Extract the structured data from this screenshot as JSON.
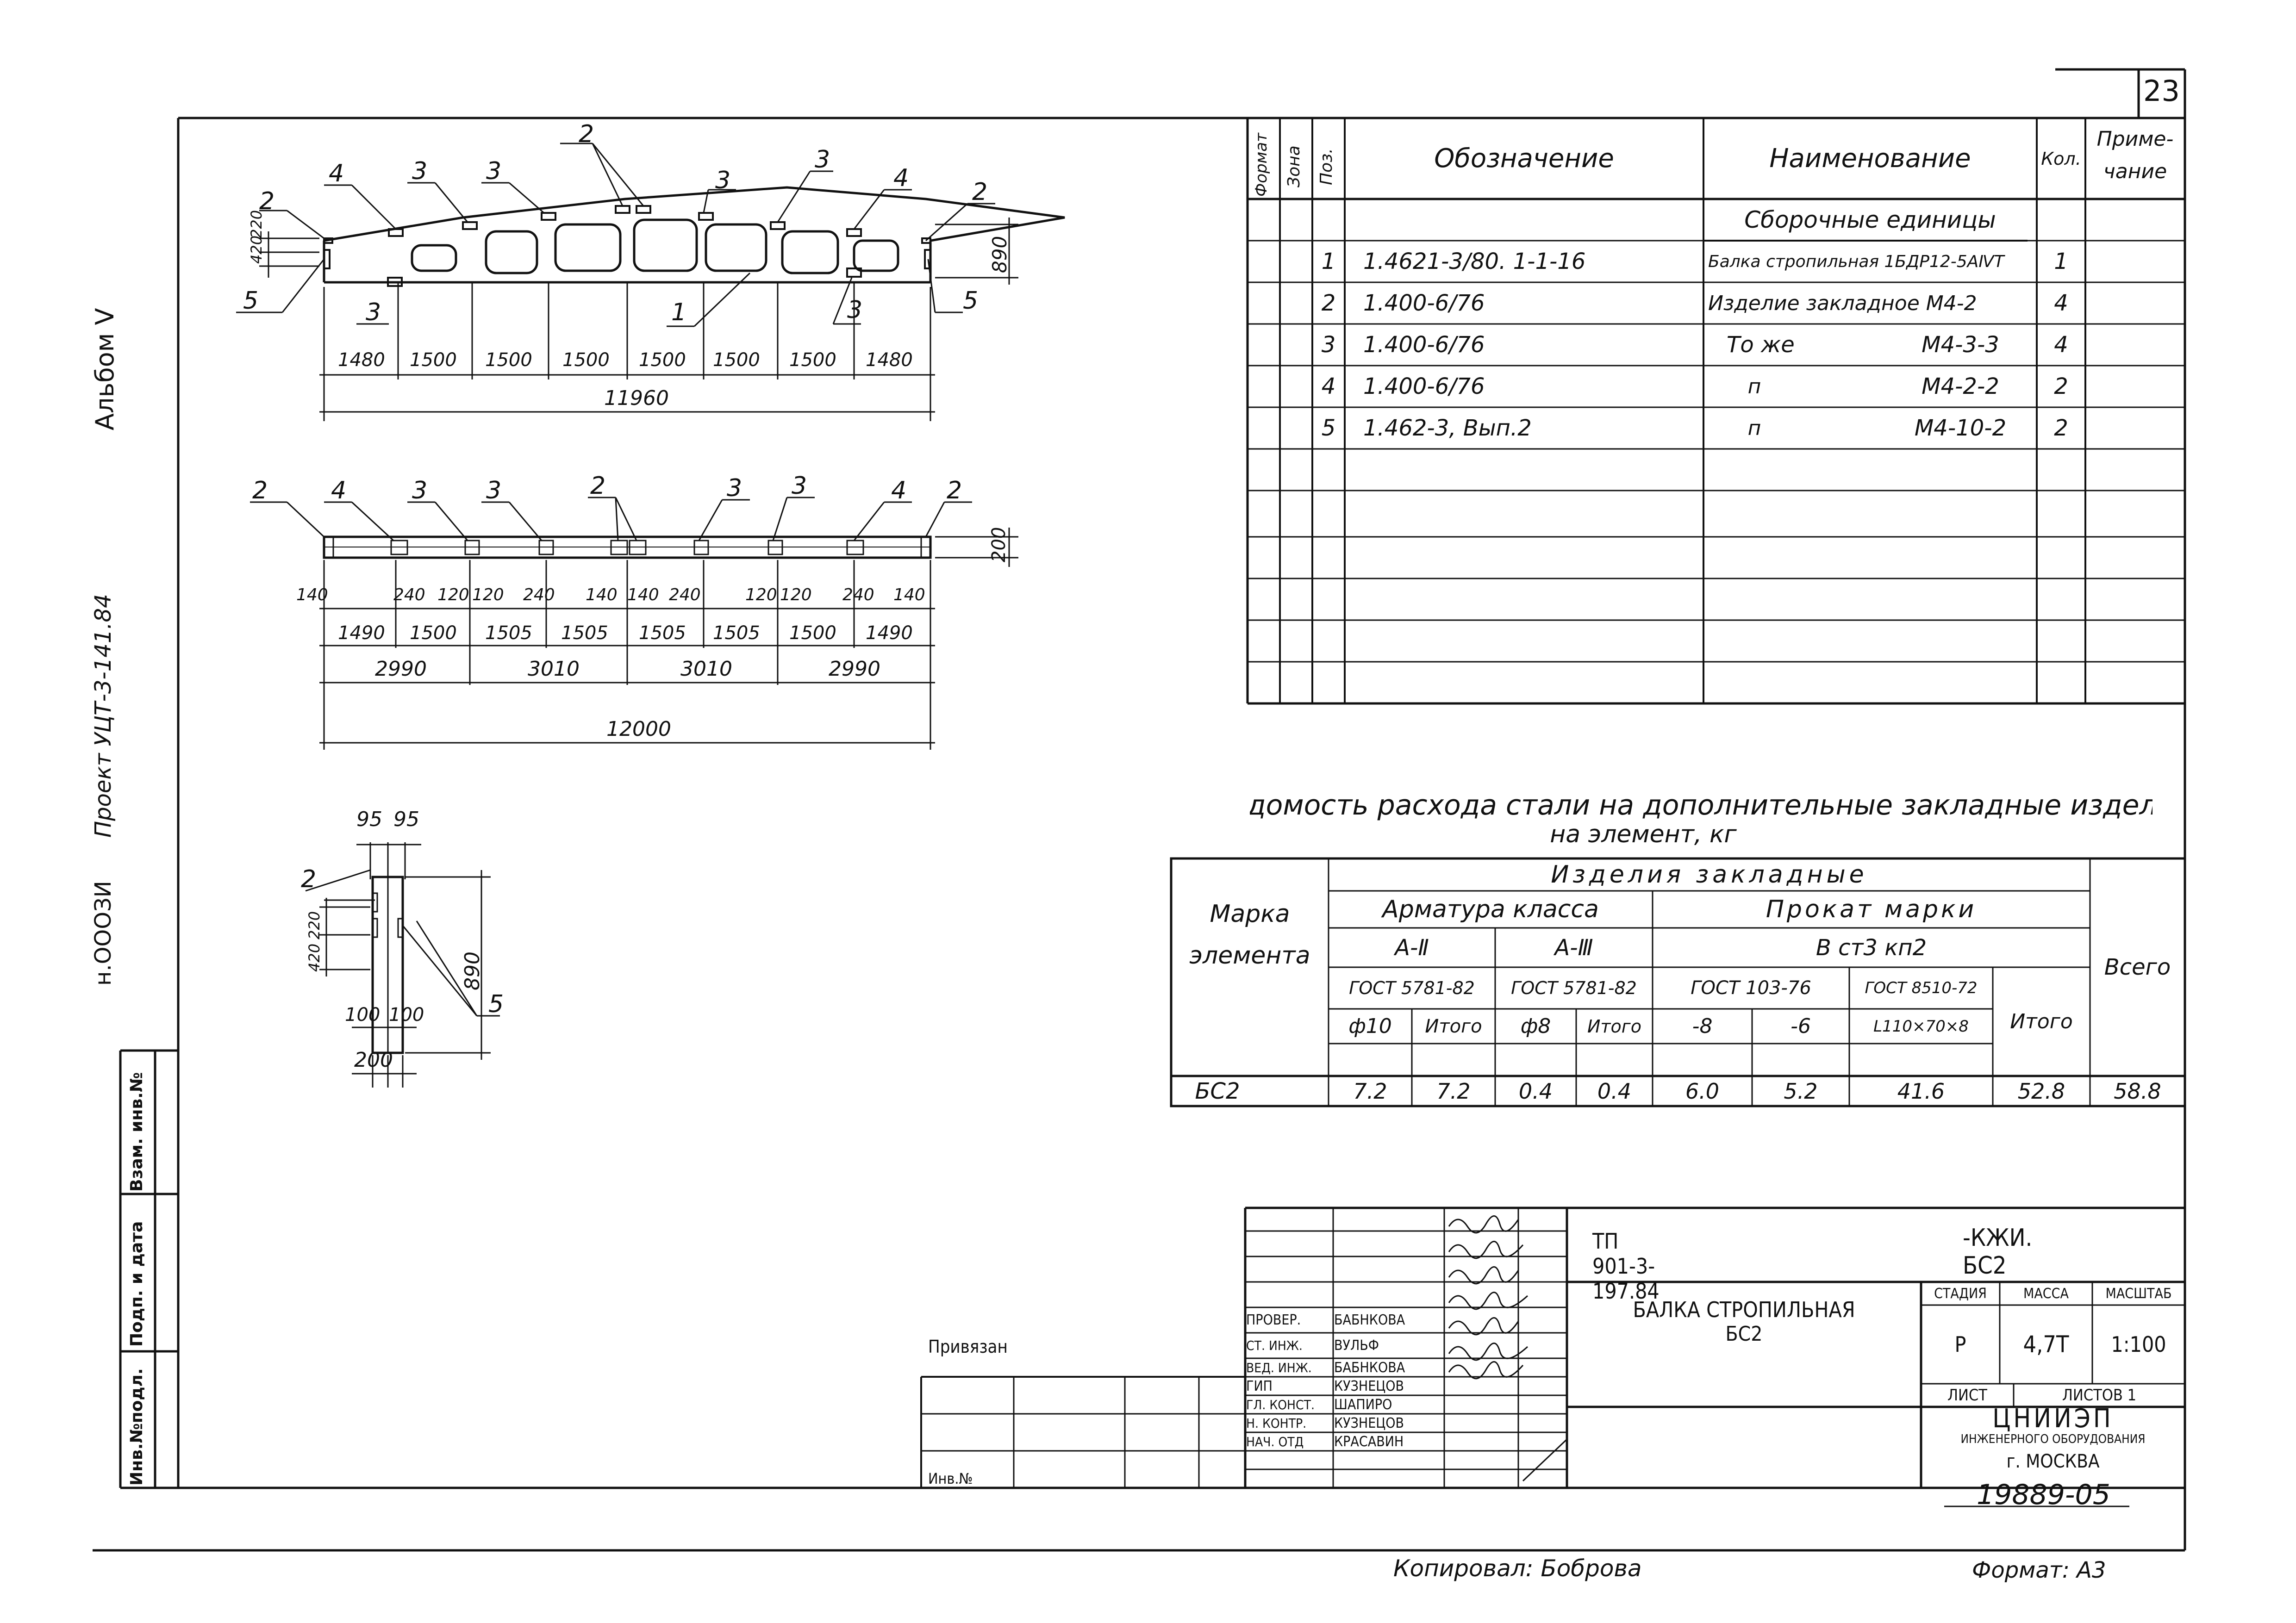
{
  "sheet_number": "23",
  "margin": {
    "album": "Альбом Ⅴ",
    "project": "Проект УЦТ-3-141.84",
    "misc": "н.ОООЗИ"
  },
  "side_stamp": {
    "c1": "Инв.№подл.",
    "c2": "Подп. и дата",
    "c3": "Взам. инв.№"
  },
  "spec_table": {
    "head": {
      "format": "Формат",
      "zone": "Зона",
      "pos": "Поз.",
      "designation": "Обозначение",
      "name": "Наименование",
      "qty": "Кол.",
      "note_l1": "Приме-",
      "note_l2": "чание"
    },
    "section": "Сборочные единицы",
    "rows": [
      {
        "pos": "1",
        "designation": "1.4621-3/80. 1-1-16",
        "name": "Балка стропильная 1БДР12-5АⅣТ",
        "name2": "",
        "qty": "1"
      },
      {
        "pos": "2",
        "designation": "1.400-6/76",
        "name": "Изделие закладное М4-2",
        "name2": "",
        "qty": "4"
      },
      {
        "pos": "3",
        "designation": "1.400-6/76",
        "name": "То же",
        "name2": "М4-3-3",
        "qty": "4"
      },
      {
        "pos": "4",
        "designation": "1.400-6/76",
        "name": "п",
        "name2": "М4-2-2",
        "qty": "2"
      },
      {
        "pos": "5",
        "designation": "1.462-3, Вып.2",
        "name": "п",
        "name2": "М4-10-2",
        "qty": "2"
      }
    ]
  },
  "drawing1": {
    "callouts": [
      "2",
      "4",
      "3",
      "3",
      "2",
      "3",
      "3",
      "4",
      "2",
      "5",
      "3",
      "1",
      "3",
      "5"
    ],
    "dims_top": [
      "1480",
      "1500",
      "1500",
      "1500",
      "1500",
      "1500",
      "1500",
      "1480"
    ],
    "total": "11960",
    "left_heights": [
      "420",
      "220"
    ],
    "height": "890"
  },
  "drawing2": {
    "callouts": [
      "2",
      "4",
      "3",
      "3",
      "2",
      "3",
      "3",
      "4",
      "2"
    ],
    "row1": [
      "140",
      "240",
      "120",
      "120",
      "240",
      "140",
      "140",
      "240",
      "120",
      "120",
      "240",
      "140"
    ],
    "row2": [
      "1490",
      "1500",
      "1505",
      "1505",
      "1505",
      "1505",
      "1500",
      "1490"
    ],
    "row3": [
      "2990",
      "3010",
      "3010",
      "2990"
    ],
    "total": "12000",
    "height": "200"
  },
  "drawing3": {
    "top": [
      "95",
      "95"
    ],
    "callouts": [
      "2",
      "5"
    ],
    "left": [
      "420",
      "220"
    ],
    "height": "890",
    "bottom": [
      "100",
      "100"
    ],
    "width": "200"
  },
  "steel_table": {
    "title_l1": "Ведомость расхода стали на дополнительные закладные изделия",
    "title_l2": "на элемент, кг",
    "mark_h1": "Марка",
    "mark_h2": "элемента",
    "embedded": "Изделия закладные",
    "rebar": "Арматура класса",
    "rolled": "Прокат марки",
    "total_h": "Всего",
    "a2": "А-Ⅱ",
    "a3": "А-Ⅲ",
    "steel": "В ст3 кп2",
    "gost1": "ГОСТ 5781-82",
    "gost2": "ГОСТ 5781-82",
    "gost3": "ГОСТ 103-76",
    "gost4": "ГОСТ 8510-72",
    "itogo": "Итого",
    "c1": "ф10",
    "c3": "ф8",
    "c5": "-8",
    "c6": "-6",
    "c7": "L110×70×8",
    "row": {
      "mark": "БС2",
      "v1": "7.2",
      "v2": "7.2",
      "v3": "0.4",
      "v4": "0.4",
      "v5": "6.0",
      "v6": "5.2",
      "v7": "41.6",
      "v8": "52.8",
      "v9": "58.8"
    }
  },
  "title_block": {
    "code": "ТП 901-3-197.84",
    "suffix": "-КЖИ. БС2",
    "name_l1": "БАЛКА СТРОПИЛЬНАЯ",
    "name_l2": "БС2",
    "stage_h": "СТАДИЯ",
    "mass_h": "МАССА",
    "scale_h": "МАСШТАБ",
    "stage": "Р",
    "mass": "4,7Т",
    "scale": "1:100",
    "sheet_h": "ЛИСТ",
    "sheets_h": "ЛИСТОВ 1",
    "org_l1": "ЦНИИЭП",
    "org_l2": "ИНЖЕНЕРНОГО ОБОРУДОВАНИЯ",
    "org_l3": "г. МОСКВА",
    "roles": [
      {
        "role": "ПРОВЕР.",
        "name": "БАБНКОВА"
      },
      {
        "role": "СТ. ИНЖ.",
        "name": "ВУЛЬФ"
      },
      {
        "role": "ВЕД. ИНЖ.",
        "name": "БАБНКОВА"
      },
      {
        "role": "ГИП",
        "name": "КУЗНЕЦОВ"
      },
      {
        "role": "ГЛ. КОНСТ.",
        "name": "ШАПИРО"
      },
      {
        "role": "Н. КОНТР.",
        "name": "КУЗНЕЦОВ"
      },
      {
        "role": "НАЧ. ОТД",
        "name": "КРАСАВИН"
      }
    ],
    "privyazan": "Привязан",
    "inv": "Инв.№"
  },
  "footer": {
    "number": "19889-05",
    "copied": "Копировал: Боброва",
    "format": "Формат: А3"
  }
}
